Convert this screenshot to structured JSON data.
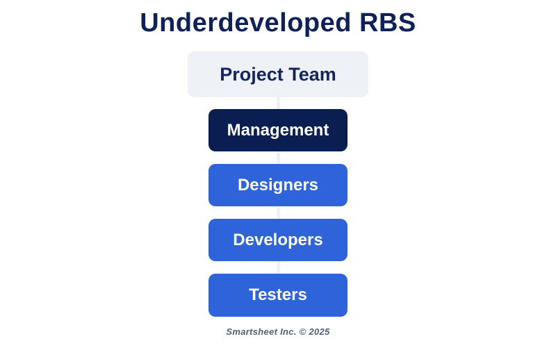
{
  "page": {
    "background_color": "#ffffff"
  },
  "title": {
    "text": "Underdeveloped RBS",
    "color": "#0f2158"
  },
  "diagram": {
    "type": "vertical-hierarchy",
    "connector_color": "#eef1f6",
    "nodes": [
      {
        "label": "Project Team",
        "fill": "#eef1f6",
        "text_color": "#14245c",
        "level": 1
      },
      {
        "label": "Management",
        "fill": "#0a1e52",
        "text_color": "#ffffff",
        "level": 2
      },
      {
        "label": "Designers",
        "fill": "#2e63d9",
        "text_color": "#ffffff",
        "level": 3
      },
      {
        "label": "Developers",
        "fill": "#2e63d9",
        "text_color": "#ffffff",
        "level": 4
      },
      {
        "label": "Testers",
        "fill": "#2e63d9",
        "text_color": "#ffffff",
        "level": 5
      }
    ]
  },
  "footer": {
    "text": "Smartsheet Inc. © 2025",
    "color": "#525f70"
  }
}
